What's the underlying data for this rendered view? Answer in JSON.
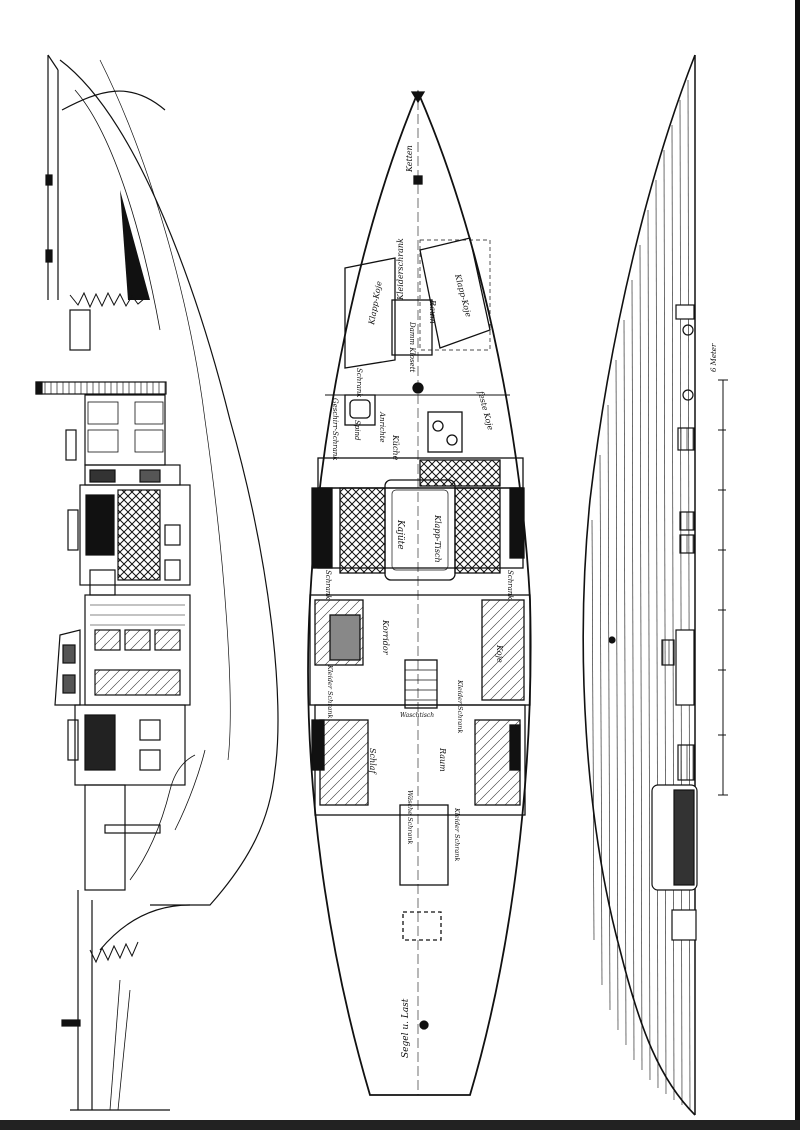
{
  "labels": {
    "ketten": "Ketten",
    "klapp_koje_left": "Klapp-Koje",
    "kleiderschrank": "Kleiderschrank",
    "raum": "Raum",
    "klapp_koje_right": "Klapp-Koje",
    "damm_klosett": "Damm Klosett",
    "schrank_1": "Schrank",
    "geschirr_schrank": "Geschirr-Schrank",
    "spind": "Spind",
    "kuche": "Küche",
    "anrichte": "Anrichte",
    "feste_koje": "feste Koje",
    "kajute": "Kajüte",
    "klapp_tisch": "Klapp-Tisch",
    "schrank_2": "Schrank",
    "schrank_3": "Schrank",
    "korridor": "Korridor",
    "kleider_schrank_1": "Kleider Schrank",
    "koje": "Koje",
    "kleider_schrank_2": "Kleider Schrank",
    "waschtisch": "Waschtisch",
    "schlaf": "Schlaf",
    "raum_2": "Raum",
    "wasche_schrank": "Wäsche Schrank",
    "kleider_schrank_3": "Kleider Schrank",
    "segel_last": "Segel u. Last",
    "meter": "6 Meter"
  },
  "scale_ticks": [
    "",
    "",
    "",
    "",
    "",
    "",
    ""
  ]
}
